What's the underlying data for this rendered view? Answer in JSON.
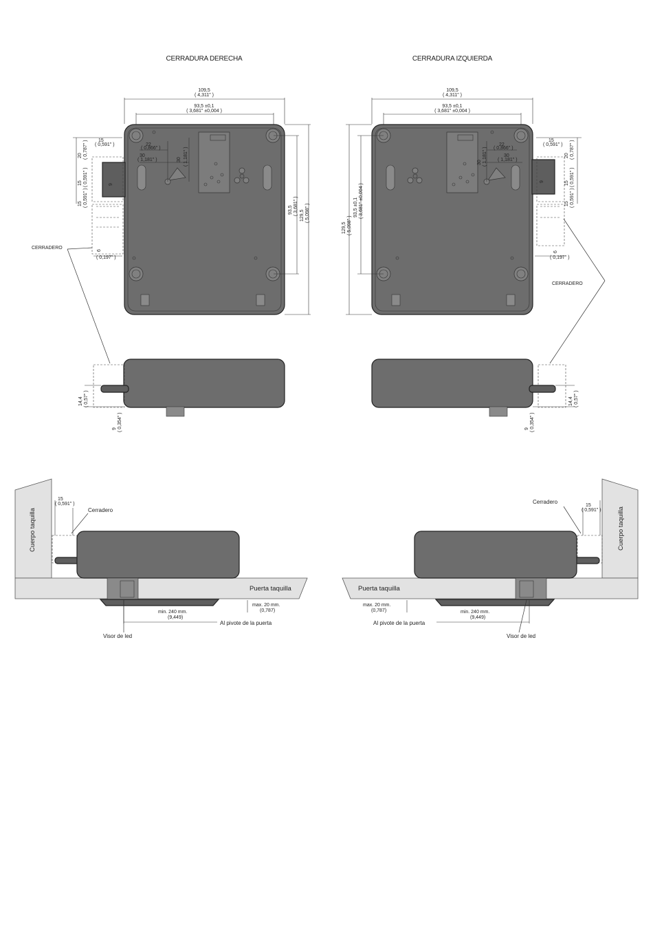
{
  "titles": {
    "right_lock": "CERRADURA DERECHA",
    "left_lock": "CERRADURA IZQUIERDA"
  },
  "dimensions": {
    "overall_width": "109,5",
    "overall_width_in": "( 4,311\" )",
    "hole_spacing_width": "93,5 ±0,1",
    "hole_spacing_width_in": "( 3,681\" ±0,004 )",
    "d22": "22",
    "d22_in": "( 0,866\" )",
    "d30": "30",
    "d30_in": "( 1,181\" )",
    "d30_in_alt": "( 1,181\" )",
    "d15": "15",
    "d15_in": "( 0,591\" )",
    "d20": "20",
    "d20_in": "( 0,787\" )",
    "d6": "6",
    "d6_in": "( 0,197\" )",
    "d_height_holes": "93,5",
    "d_height_holes_in": "( 3,681\" )",
    "d_height_holes_left": "93,5 ±0,1",
    "d_height_holes_left_in": "( 3,681\" ±0,004 )",
    "d_height_total": "129,5",
    "d_height_total_in": "( 5,098\" )",
    "d144": "14,4",
    "d144_in": "( 0,57\" )",
    "d9": "9",
    "d9_in": "( 0,354\" )"
  },
  "labels": {
    "cerradero_caps": "CERRADERO",
    "cerradero": "Cerradero",
    "cuerpo_taquilla": "Cuerpo taquilla",
    "puerta_taquilla": "Puerta taquilla",
    "min_240": "min. 240 mm.",
    "min_240_in": "(9,449)",
    "max_20": "max. 20 mm.",
    "max_20_in": "(0,787)",
    "al_pivote": "Al pivote de la puerta",
    "visor": "Visor de led"
  },
  "colors": {
    "lock_body": "#6d6d6d",
    "panel": "#e2e2e2",
    "line": "#333333"
  }
}
